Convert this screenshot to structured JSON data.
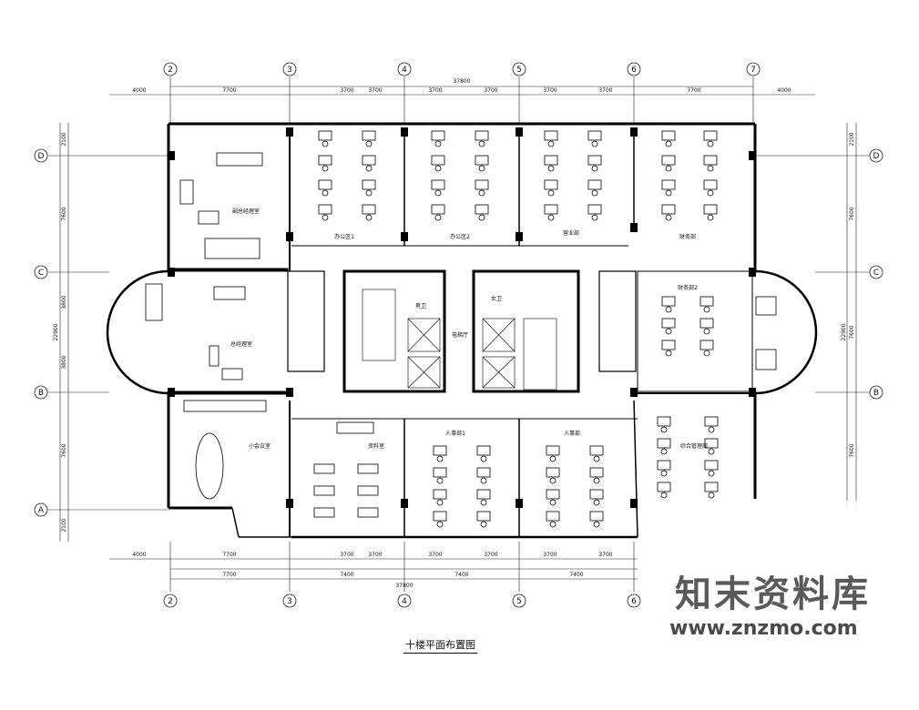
{
  "dimensions": {
    "top_total": "37800",
    "top_segments": [
      "4000",
      "7700",
      "3700",
      "3700",
      "3700",
      "3700",
      "3700",
      "3700",
      "7700",
      "4000"
    ],
    "bottom_segments": [
      "4000",
      "7700",
      "3700",
      "3700",
      "3700",
      "3700",
      "3700",
      "3700"
    ],
    "bottom_mid_segments": [
      "7700",
      "7400",
      "7400",
      "7400"
    ],
    "bottom_total": "37800",
    "left_segments": [
      "2100",
      "7600",
      "3800",
      "3800",
      "7600",
      "2100"
    ],
    "left_total": "22900",
    "right_segments": [
      "2100",
      "7600",
      "7600",
      "7600"
    ],
    "right_total": "22900"
  },
  "axes": {
    "columns": [
      "2",
      "3",
      "4",
      "5",
      "6",
      "7"
    ],
    "rows": [
      "D",
      "C",
      "B",
      "A"
    ]
  },
  "rooms": {
    "office_1": "办公区1",
    "office_2": "办公区2",
    "office_3": "营业部",
    "finance": "财务部",
    "finance_2": "财务部2",
    "exec_office": "副总经理室",
    "gm_office": "总经理室",
    "meeting": "小会议室",
    "archive": "资料室",
    "hr_1": "人事部1",
    "hr_2": "人事部",
    "admin": "综合管理部",
    "toilet_m": "男卫",
    "toilet_w": "女卫",
    "elev_hall": "电梯厅"
  },
  "caption": "十楼平面布置图",
  "watermark": {
    "title": "知末资料库",
    "url": "www.znzmo.com"
  }
}
